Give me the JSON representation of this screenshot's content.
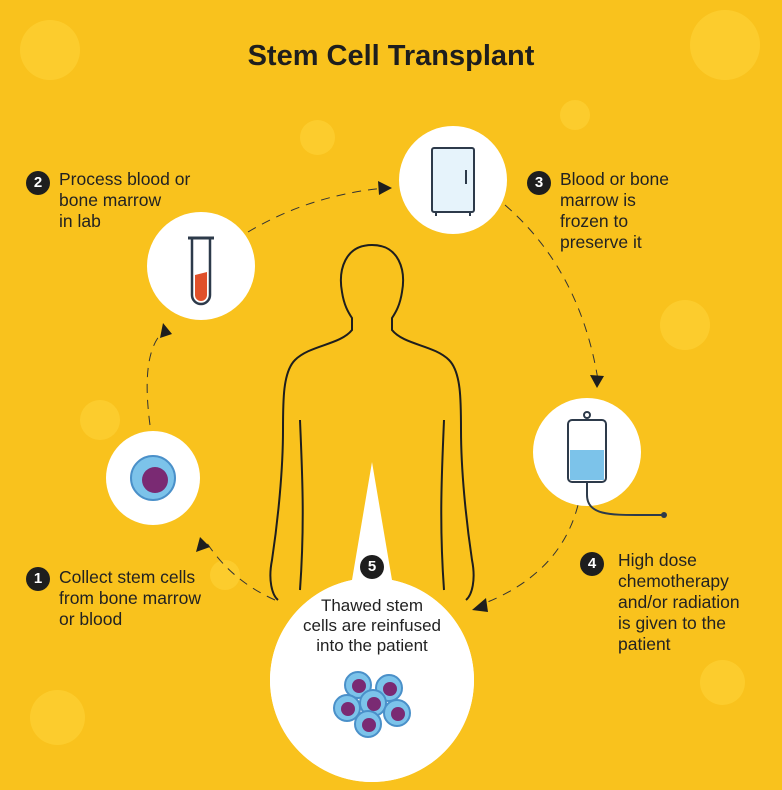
{
  "title": "Stem Cell Transplant",
  "steps": [
    {
      "number": "1",
      "text_lines": [
        "Collect stem cells",
        "from bone marrow",
        "or blood"
      ],
      "icon": "stem-cell-icon"
    },
    {
      "number": "2",
      "text_lines": [
        "Process blood or",
        "bone marrow",
        "in lab"
      ],
      "icon": "test-tube-icon"
    },
    {
      "number": "3",
      "text_lines": [
        "Blood or bone",
        "marrow is",
        "frozen to",
        "preserve it"
      ],
      "icon": "freezer-icon"
    },
    {
      "number": "4",
      "text_lines": [
        "High dose",
        "chemotherapy",
        "and/or radiation",
        "is given to the",
        "patient"
      ],
      "icon": "iv-bag-icon"
    },
    {
      "number": "5",
      "text_lines": [
        "Thawed stem",
        "cells are reinfused",
        "into the patient"
      ],
      "icon": "cell-cluster-icon"
    }
  ],
  "colors": {
    "background": "#f9c21d",
    "blood": "#e0502a",
    "cell_outer": "#7cc3ea",
    "cell_nucleus": "#7a2a73",
    "dark": "#1e1e1e"
  }
}
